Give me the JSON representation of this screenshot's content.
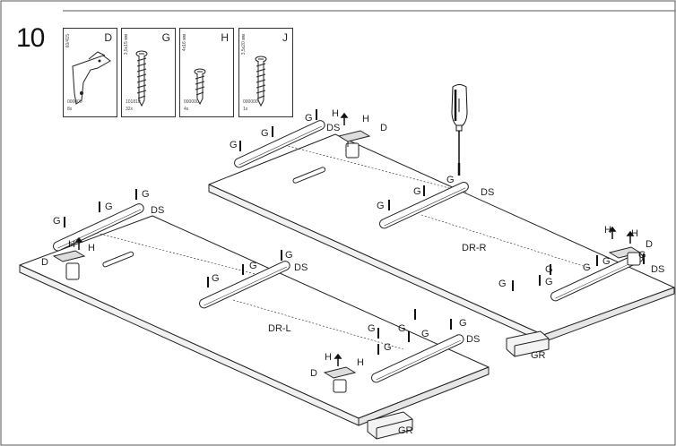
{
  "step": "10",
  "parts": [
    {
      "letter": "D",
      "size": "60/415",
      "code": "000000",
      "qty": "8x",
      "icon": "hinge-icon"
    },
    {
      "letter": "G",
      "size": "3,5x15 мм",
      "code": "101810",
      "qty": "32x",
      "icon": "long-screw-icon"
    },
    {
      "letter": "H",
      "size": "4x16 мм",
      "code": "000000",
      "qty": "4x",
      "icon": "short-screw-icon"
    },
    {
      "letter": "J",
      "size": "3,5x20 мм",
      "code": "000000",
      "qty": "1x",
      "icon": "medium-screw-icon"
    }
  ],
  "labels": {
    "G": "G",
    "H": "H",
    "D": "D",
    "DS": "DS",
    "panel_right": "DR-R",
    "panel_left": "DR-L",
    "GR": "GR"
  }
}
